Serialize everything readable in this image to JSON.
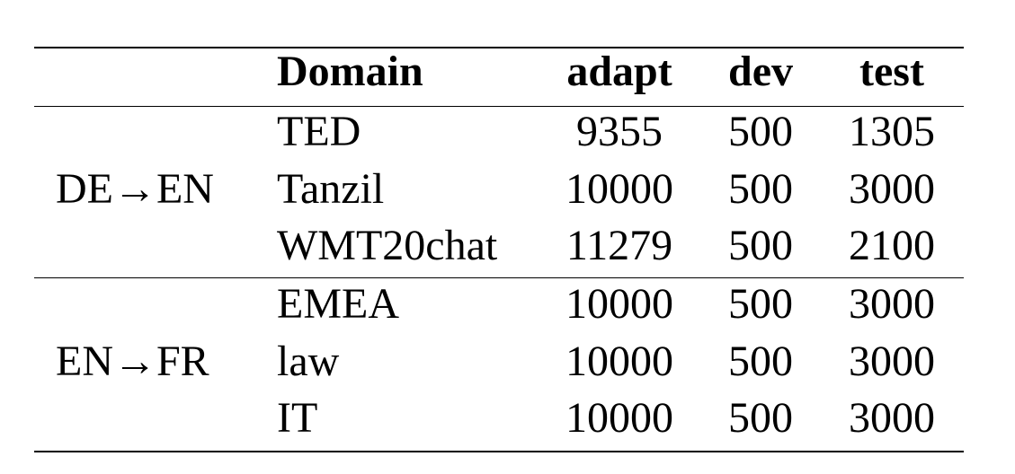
{
  "table": {
    "headers": {
      "pair": "",
      "domain": "Domain",
      "adapt": "adapt",
      "dev": "dev",
      "test": "test"
    },
    "groups": [
      {
        "pair": "DE→EN",
        "rows": [
          {
            "domain": "TED",
            "adapt": "9355",
            "dev": "500",
            "test": "1305"
          },
          {
            "domain": "Tanzil",
            "adapt": "10000",
            "dev": "500",
            "test": "3000"
          },
          {
            "domain": "WMT20chat",
            "adapt": "11279",
            "dev": "500",
            "test": "2100"
          }
        ]
      },
      {
        "pair": "EN→FR",
        "rows": [
          {
            "domain": "EMEA",
            "adapt": "10000",
            "dev": "500",
            "test": "3000"
          },
          {
            "domain": "law",
            "adapt": "10000",
            "dev": "500",
            "test": "3000"
          },
          {
            "domain": "IT",
            "adapt": "10000",
            "dev": "500",
            "test": "3000"
          }
        ]
      }
    ]
  }
}
